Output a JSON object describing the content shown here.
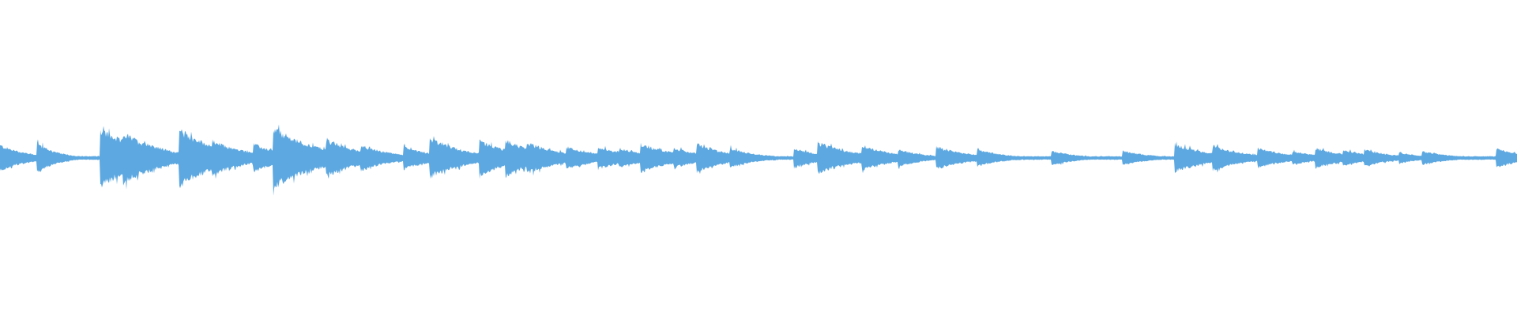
{
  "waveform": {
    "color": "#5DA8E0",
    "background": "#FFFFFF",
    "onsets": [
      {
        "t": 0.0,
        "amp": 0.09,
        "decay": 0.35
      },
      {
        "t": 0.024,
        "amp": 0.11,
        "decay": 0.25
      },
      {
        "t": 0.066,
        "amp": 0.2,
        "decay": 0.55
      },
      {
        "t": 0.081,
        "amp": 0.18,
        "decay": 0.45
      },
      {
        "t": 0.094,
        "amp": 0.12,
        "decay": 0.4
      },
      {
        "t": 0.118,
        "amp": 0.2,
        "decay": 0.5
      },
      {
        "t": 0.14,
        "amp": 0.12,
        "decay": 0.45
      },
      {
        "t": 0.167,
        "amp": 0.1,
        "decay": 0.35
      },
      {
        "t": 0.18,
        "amp": 0.21,
        "decay": 0.55
      },
      {
        "t": 0.215,
        "amp": 0.13,
        "decay": 0.45
      },
      {
        "t": 0.238,
        "amp": 0.09,
        "decay": 0.4
      },
      {
        "t": 0.266,
        "amp": 0.08,
        "decay": 0.4
      },
      {
        "t": 0.283,
        "amp": 0.14,
        "decay": 0.45
      },
      {
        "t": 0.316,
        "amp": 0.12,
        "decay": 0.45
      },
      {
        "t": 0.333,
        "amp": 0.13,
        "decay": 0.4
      },
      {
        "t": 0.347,
        "amp": 0.11,
        "decay": 0.45
      },
      {
        "t": 0.373,
        "amp": 0.08,
        "decay": 0.4
      },
      {
        "t": 0.394,
        "amp": 0.08,
        "decay": 0.4
      },
      {
        "t": 0.408,
        "amp": 0.07,
        "decay": 0.4
      },
      {
        "t": 0.422,
        "amp": 0.1,
        "decay": 0.45
      },
      {
        "t": 0.444,
        "amp": 0.07,
        "decay": 0.4
      },
      {
        "t": 0.459,
        "amp": 0.1,
        "decay": 0.4
      },
      {
        "t": 0.481,
        "amp": 0.07,
        "decay": 0.35
      },
      {
        "t": 0.523,
        "amp": 0.07,
        "decay": 0.35
      },
      {
        "t": 0.539,
        "amp": 0.11,
        "decay": 0.45
      },
      {
        "t": 0.568,
        "amp": 0.09,
        "decay": 0.4
      },
      {
        "t": 0.592,
        "amp": 0.06,
        "decay": 0.35
      },
      {
        "t": 0.617,
        "amp": 0.08,
        "decay": 0.4
      },
      {
        "t": 0.644,
        "amp": 0.06,
        "decay": 0.35
      },
      {
        "t": 0.693,
        "amp": 0.05,
        "decay": 0.35
      },
      {
        "t": 0.74,
        "amp": 0.05,
        "decay": 0.35
      },
      {
        "t": 0.774,
        "amp": 0.1,
        "decay": 0.45
      },
      {
        "t": 0.799,
        "amp": 0.09,
        "decay": 0.4
      },
      {
        "t": 0.829,
        "amp": 0.07,
        "decay": 0.4
      },
      {
        "t": 0.852,
        "amp": 0.05,
        "decay": 0.35
      },
      {
        "t": 0.867,
        "amp": 0.07,
        "decay": 0.4
      },
      {
        "t": 0.885,
        "amp": 0.06,
        "decay": 0.35
      },
      {
        "t": 0.899,
        "amp": 0.06,
        "decay": 0.35
      },
      {
        "t": 0.922,
        "amp": 0.04,
        "decay": 0.3
      },
      {
        "t": 0.937,
        "amp": 0.05,
        "decay": 0.35
      },
      {
        "t": 0.986,
        "amp": 0.07,
        "decay": 0.35
      }
    ]
  }
}
